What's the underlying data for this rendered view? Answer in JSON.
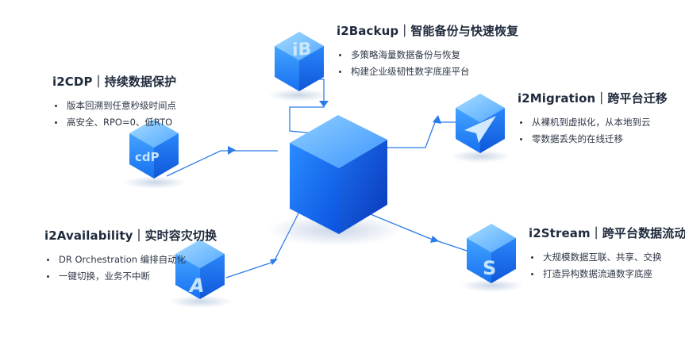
{
  "products": [
    {
      "id": "backup",
      "title": "i2Backup｜智能备份与快速恢复",
      "icon_glyph": "iB",
      "icon": "backup-cube-icon",
      "bullets": [
        "多策略海量数据备份与恢复",
        "构建企业级韧性数字底座平台"
      ]
    },
    {
      "id": "cdp",
      "title": "i2CDP｜持续数据保护",
      "icon_glyph": "cdP",
      "icon": "cdp-cube-icon",
      "bullets": [
        "版本回溯到任意秒级时间点",
        "高安全、RPO=0、低RTO"
      ]
    },
    {
      "id": "migration",
      "title": "i2Migration｜跨平台迁移",
      "icon_glyph": "",
      "icon": "paper-plane-cube-icon",
      "bullets": [
        "从裸机到虚拟化，从本地到云",
        "零数据丢失的在线迁移"
      ]
    },
    {
      "id": "availability",
      "title": "i2Availability｜实时容灾切换",
      "icon_glyph": "A",
      "icon": "availability-cube-icon",
      "bullets": [
        "DR Orchestration 编排自动化",
        "一键切换，业务不中断"
      ]
    },
    {
      "id": "stream",
      "title": "i2Stream｜跨平台数据流动",
      "icon_glyph": "S",
      "icon": "stream-cube-icon",
      "bullets": [
        "大规模数据互联、共享、交换",
        "打造异构数据流通数字底座"
      ]
    }
  ],
  "center": {
    "icon": "central-cube-icon"
  },
  "colors": {
    "accent": "#1677ff",
    "cube_light": "#4aa6ff",
    "cube_dark": "#0a47d6",
    "line": "#2b7bea",
    "text_dark": "#1f2a3c"
  }
}
